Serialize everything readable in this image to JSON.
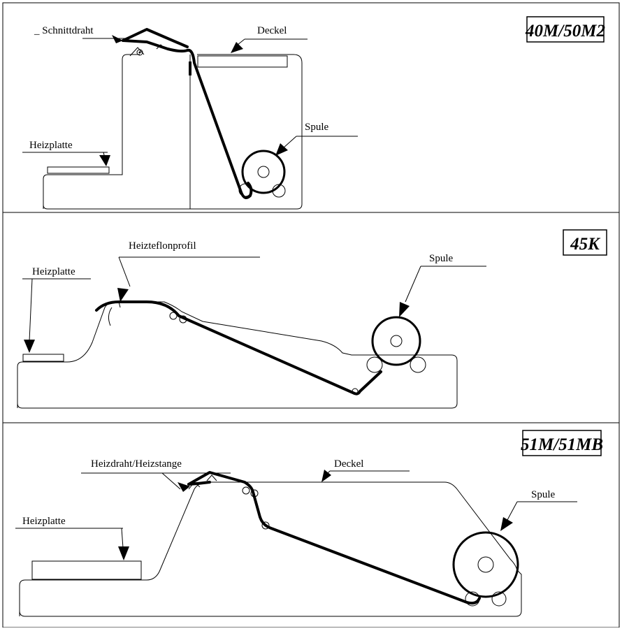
{
  "panels": [
    {
      "model": "40M/50M2",
      "labels": {
        "cutting_wire": "_ Schnittdraht",
        "lid": "Deckel",
        "spool": "Spule",
        "heating_plate": "Heizplatte"
      }
    },
    {
      "model": "45K",
      "labels": {
        "heating_plate": "Heizplatte",
        "teflon_profile": "Heizteflonprofil",
        "spool": "Spule"
      }
    },
    {
      "model": "51M/51MB",
      "labels": {
        "heating_wire": "Heizdraht/Heizstange",
        "lid": "Deckel",
        "spool": "Spule",
        "heating_plate": "Heizplatte"
      }
    }
  ]
}
